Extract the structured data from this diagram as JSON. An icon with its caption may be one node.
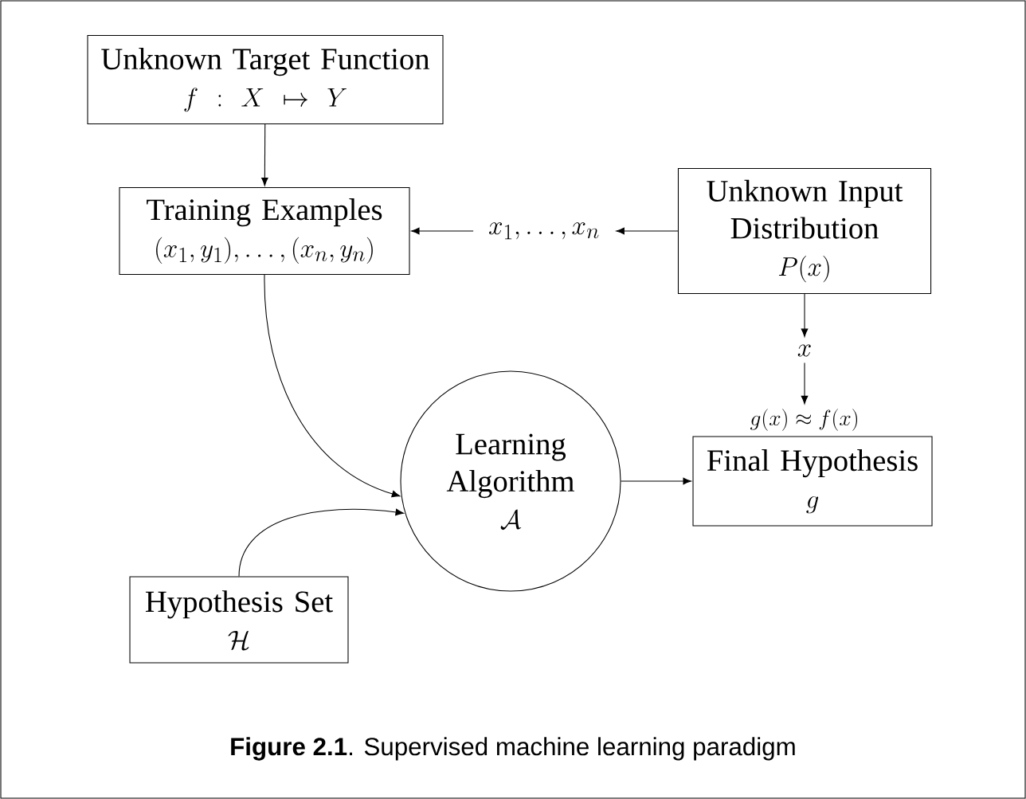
{
  "diagram": {
    "caption": "**Figure 2.1**. Supervised machine learning paradigm",
    "nodes": [
      {
        "text": [
          "Unknown Target Function",
          "f: X \\mapsto Y"
        ]
      },
      {
        "text": [
          "Training Examples",
          "(x_1, y_1), \\dots, (x_n, y_n)"
        ]
      },
      {
        "text": [
          "x_1, \\dots, x_n"
        ]
      },
      {
        "text": [
          "Unknown Input Distribution",
          "P(x)"
        ]
      },
      {
        "text": [
          "x"
        ]
      },
      {
        "text": [
          "Learning Algorithm",
          "\\mathcal{A}"
        ]
      },
      {
        "text": [
          "Final Hypothesis",
          "g"
        ],
        "beside": [
          "g(x) \\approx f(x)"
        ]
      },
      {
        "text": [
          "Hypothesis Set",
          "\\mathcal{H}"
        ]
      }
    ],
    "edges": [
      {
        "from": 0,
        "to": 1,
        "arrow": "to"
      },
      {
        "from": 3,
        "to": 2,
        "arrow": "to"
      },
      {
        "from": 2,
        "to": 1,
        "arrow": "to"
      },
      {
        "from": 3,
        "to": 4,
        "arrow": "to"
      },
      {
        "from": 4,
        "to": 6,
        "arrow": "to"
      },
      {
        "from": 1,
        "to": 5,
        "arrow": "to"
      },
      {
        "from": 7,
        "to": 5,
        "arrow": "to"
      },
      {
        "from": 5,
        "to": 6,
        "arrow": "to"
      }
    ]
  }
}
